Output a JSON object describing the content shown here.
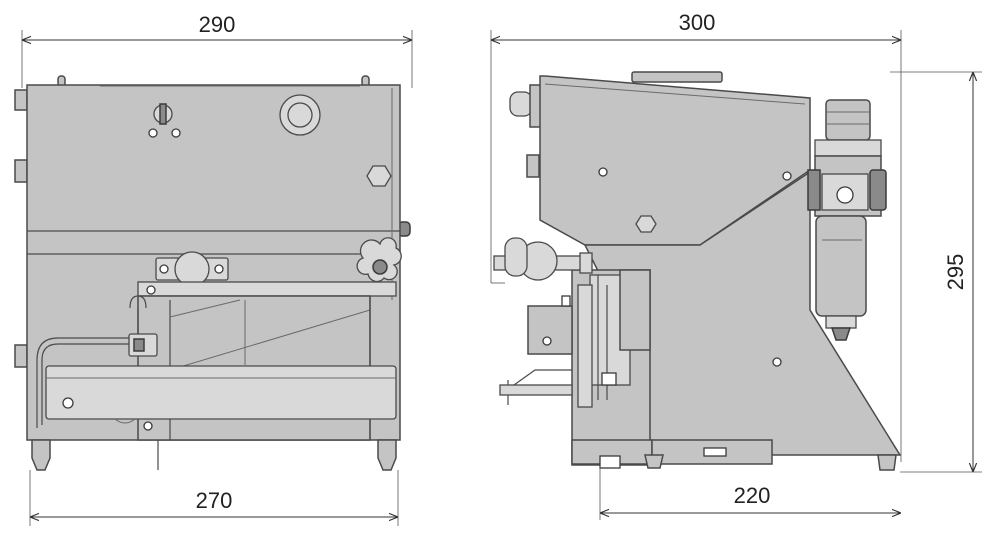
{
  "dimensions": {
    "front_top_width": "290",
    "front_bottom_width": "270",
    "side_top_width": "300",
    "side_bottom_width": "220",
    "side_height": "295"
  }
}
